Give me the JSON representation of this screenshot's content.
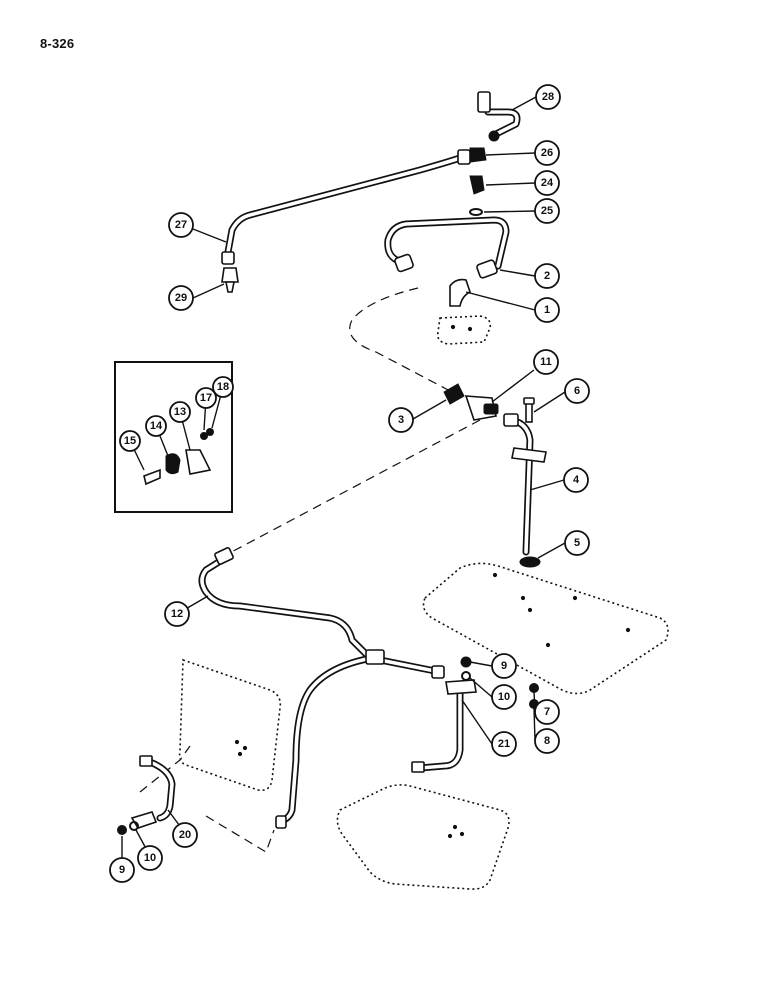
{
  "page_number": "8-326",
  "callouts": [
    "28",
    "26",
    "24",
    "25",
    "27",
    "2",
    "1",
    "29",
    "11",
    "3",
    "6",
    "18",
    "17",
    "13",
    "14",
    "15",
    "4",
    "5",
    "12",
    "9",
    "10",
    "7",
    "8",
    "21",
    "20",
    "9",
    "10"
  ]
}
